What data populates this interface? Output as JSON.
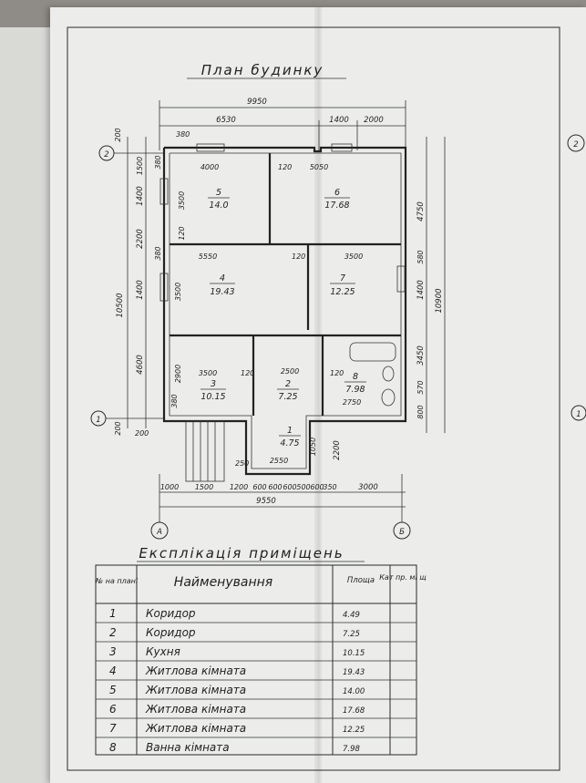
{
  "plan": {
    "title": "План будинку",
    "axes": {
      "row_top": "2",
      "row_bottom": "1",
      "col_left": "А",
      "col_right": "Б",
      "right_edge_top": "2",
      "right_edge_bottom": "1"
    },
    "dims_top": {
      "overall": "9950",
      "d1": "6530",
      "d2": "1400",
      "d3": "2000"
    },
    "dims_bottom": {
      "overall": "9550",
      "b1": "1000",
      "b2": "1500",
      "b3": "1200",
      "b4": "600",
      "b5": "600",
      "b6": "600",
      "b7": "500",
      "b8": "600",
      "b9": "350",
      "b10": "3000"
    },
    "dims_left": {
      "overall": "10500",
      "l1": "200",
      "l2": "1500",
      "l3": "1400",
      "l4": "2200",
      "l5": "1400",
      "l6": "4600",
      "l7": "200",
      "l8": "380"
    },
    "dims_right": {
      "overall": "10900",
      "r1": "4750",
      "r2": "580",
      "r3": "1400",
      "r4": "3450",
      "r5": "570",
      "r6": "800"
    },
    "inner_dims": {
      "i1": "380",
      "i2": "4000",
      "i3": "120",
      "i4": "5050",
      "i5": "3500",
      "i6": "120",
      "i7": "5550",
      "i8": "120",
      "i9": "3500",
      "i10": "3500",
      "i11": "2900",
      "i12": "3500",
      "i13": "120",
      "i14": "2500",
      "i15": "120",
      "i16": "2750",
      "i17": "380",
      "i18": "380",
      "i19": "250",
      "i20": "2550",
      "i21": "1050",
      "i22": "2200",
      "i23": "200"
    },
    "rooms": [
      {
        "num": "5",
        "area": "14.0"
      },
      {
        "num": "6",
        "area": "17.68"
      },
      {
        "num": "4",
        "area": "19.43"
      },
      {
        "num": "7",
        "area": "12.25"
      },
      {
        "num": "3",
        "area": "10.15"
      },
      {
        "num": "2",
        "area": "7.25"
      },
      {
        "num": "8",
        "area": "7.98"
      },
      {
        "num": "1",
        "area": "4.75"
      }
    ]
  },
  "explication": {
    "title": "Експлікація приміщень",
    "headers": {
      "num": "№ на плані",
      "name": "Найменування",
      "area": "Площа",
      "cat": "Кат пр. мі щ"
    },
    "rows": [
      {
        "num": "1",
        "name": "Коридор",
        "area": "4.49"
      },
      {
        "num": "2",
        "name": "Коридор",
        "area": "7.25"
      },
      {
        "num": "3",
        "name": "Кухня",
        "area": "10.15"
      },
      {
        "num": "4",
        "name": "Житлова кімната",
        "area": "19.43"
      },
      {
        "num": "5",
        "name": "Житлова кімната",
        "area": "14.00"
      },
      {
        "num": "6",
        "name": "Житлова кімната",
        "area": "17.68"
      },
      {
        "num": "7",
        "name": "Житлова кімната",
        "area": "12.25"
      },
      {
        "num": "8",
        "name": "Ванна кімната",
        "area": "7.98"
      }
    ]
  }
}
